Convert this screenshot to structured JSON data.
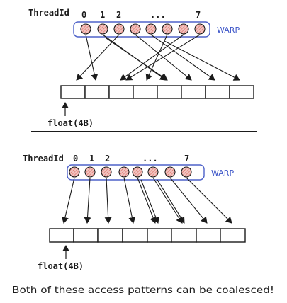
{
  "colors": {
    "ink": "#1b1b1b",
    "warp_border": "#4e62c9",
    "warp_text": "#3c55c8",
    "thread_fill": "#f2c4c0",
    "thread_hatch": "#d9675f"
  },
  "panels": [
    {
      "thread_id_label": "ThreadId",
      "thread_numbers": [
        "0",
        "1",
        "2",
        "...",
        "7"
      ],
      "warp_label": "WARP",
      "float_label": "float(4B)"
    },
    {
      "thread_id_label": "ThreadId",
      "thread_numbers": [
        "0",
        "1",
        "2",
        "...",
        "7"
      ],
      "warp_label": "WARP",
      "float_label": "float(4B)"
    }
  ],
  "caption": "Both of these access patterns can be coalesced!"
}
